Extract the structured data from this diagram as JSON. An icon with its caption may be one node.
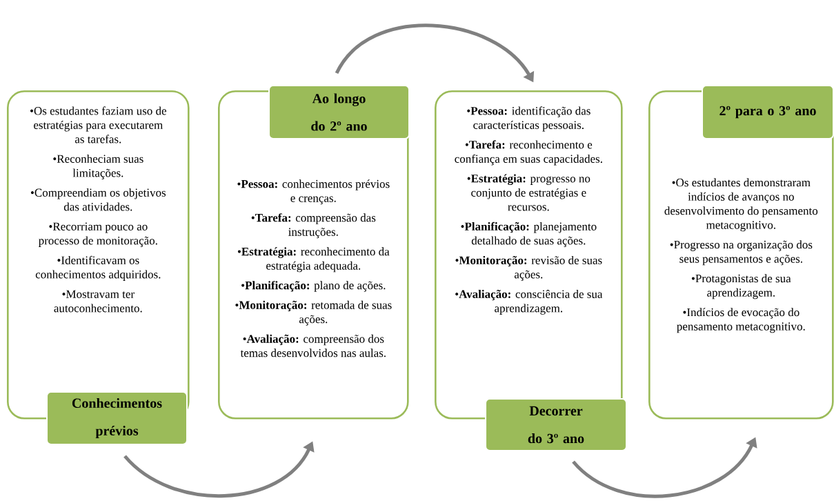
{
  "diagram": {
    "nodes": [
      {
        "text": [
          "•Os estudantes faziam uso de estratégias para executarem as tarefas.",
          "•Reconheciam suas limitações.",
          "•Compreendiam os objetivos das atividades.",
          "•Recorriam pouco ao processo de monitoração.",
          "•Identificavam os conhecimentos adquiridos.",
          "•Mostravam ter autoconhecimento."
        ]
      },
      {
        "text": [
          "Conhecimentos prévios"
        ]
      },
      {
        "text": [
          "•**Pessoa:** conhecimentos prévios e crenças.",
          "•**Tarefa:** compreensão das instruções.",
          "•**Estratégia:** reconhecimento da estratégia adequada.",
          "•**Planificação:** plano de ações.",
          "•**Monitoração:** retomada de suas ações.",
          "•**Avaliação:** compreensão dos temas desenvolvidos nas aulas."
        ]
      },
      {
        "text": [
          "Ao longo do 2º ano"
        ]
      },
      {
        "text": [
          "•**Pessoa:** identificação das características pessoais.",
          "•**Tarefa:** reconhecimento e confiança em suas capacidades.",
          "•**Estratégia:** progresso no conjunto de estratégias e recursos.",
          "•**Planificação:** planejamento detalhado de suas ações.",
          "•**Monitoração:** revisão de suas ações.",
          "•**Avaliação:** consciência de sua aprendizagem."
        ]
      },
      {
        "text": [
          "Decorrer do 3º ano"
        ]
      },
      {
        "text": [
          "•Os estudantes demonstraram indícios de avanços no desenvolvimento do pensamento metacognitivo.",
          "•Progresso na organização dos seus pensamentos e ações.",
          "•Protagonistas de sua aprendizagem.",
          "•Indícios de evocação do pensamento metacognitivo."
        ]
      },
      {
        "text": [
          "2º para o 3º ano"
        ]
      }
    ],
    "edges": [
      {
        "from": 1,
        "to": 2,
        "arrow": "to"
      },
      {
        "from": 3,
        "to": 4,
        "arrow": "to"
      },
      {
        "from": 5,
        "to": 6,
        "arrow": "to"
      }
    ]
  }
}
